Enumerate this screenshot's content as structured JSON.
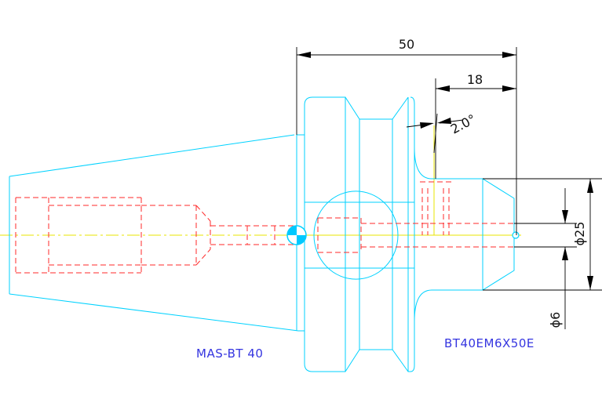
{
  "labels": {
    "holder_name": "MAS-BT 40",
    "part_number": "BT40EM6X50E"
  },
  "dimensions": {
    "overall_length": "50",
    "nose_length": "18",
    "taper_angle": "2.0°",
    "outer_diameter": "ϕ25",
    "bore_diameter": "ϕ6"
  },
  "colors": {
    "outline": "#00d2ff",
    "hidden_lines": "#ff2a2a",
    "centerline": "#e8e400",
    "dimension": "#000000",
    "label_text": "#3535e0"
  }
}
